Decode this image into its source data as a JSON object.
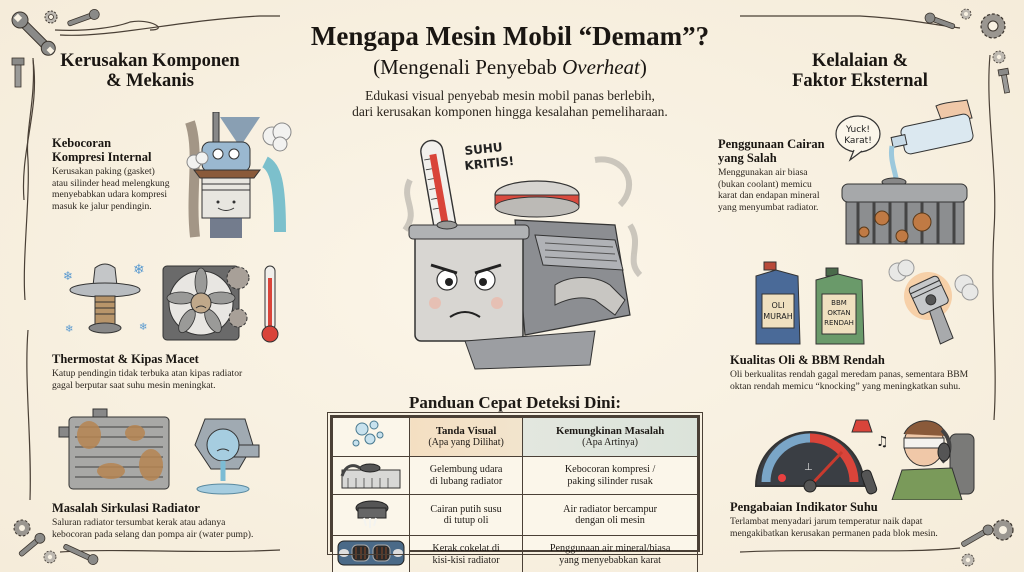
{
  "header": {
    "title": "Mengapa Mesin Mobil “Demam”?",
    "subtitle_prefix": "(Mengenali Penyebab ",
    "subtitle_em": "Overheat",
    "subtitle_suffix": ")",
    "intro_line1": "Edukasi visual penyebab mesin mobil panas berlebih,",
    "intro_line2": "dari kerusakan komponen hingga kesalahan pemeliharaan."
  },
  "left_section": {
    "title_line1": "Kerusakan Komponen",
    "title_line2": "& Mekanis",
    "items": [
      {
        "title_line1": "Kebocoran",
        "title_line2": "Kompresi Internal",
        "desc_lines": [
          "Kerusakan paking (gasket)",
          "atau silinder head melengkung",
          "menyebabkan udara kompresi",
          "masuk ke jalur pendingin."
        ],
        "illustration": "cracked-piston-gasket-icon"
      },
      {
        "title": "Thermostat & Kipas Macet",
        "desc_lines": [
          "Katup pendingin tidak terbuka atan kipas radiator",
          "gagal berputar saat suhu mesin meningkat."
        ],
        "illustration": "thermostat-fan-thermometer-icon"
      },
      {
        "title": "Masalah Sirkulasi Radiator",
        "desc_lines": [
          "Saluran radiator tersumbat kerak atau adanya",
          "kebocoran pada selang dan pompa air (water pump)."
        ],
        "illustration": "clogged-radiator-leaking-pump-icon"
      }
    ]
  },
  "right_section": {
    "title_line1": "Kelalaian &",
    "title_line2": "Faktor Eksternal",
    "items": [
      {
        "title_line1": "Penggunaan Cairan",
        "title_line2": "yang Salah",
        "desc_lines": [
          "Menggunakan air biasa",
          "(bukan coolant) memicu",
          "karat dan endapan mineral",
          "yang menyumbat radiator."
        ],
        "speech_bubble_line1": "Yuck!",
        "speech_bubble_line2": "Karat!",
        "illustration": "water-bottle-rusty-radiator-icon"
      },
      {
        "title": "Kualitas Oli & BBM Rendah",
        "desc_lines": [
          "Oli berkualitas rendah gagal meredam panas, sementara BBM",
          "oktan rendah memicu “knocking” yang meningkatkan suhu."
        ],
        "jug1_label_line1": "OLI",
        "jug1_label_line2": "MURAH",
        "jug2_label_line1": "BBM",
        "jug2_label_line2": "OKTAN",
        "jug2_label_line3": "RENDAH",
        "illustration": "oil-jugs-knocking-piston-icon"
      },
      {
        "title": "Pengabaian Indikator Suhu",
        "desc_lines": [
          "Terlambat menyadari jarum temperatur naik dapat",
          "mengakibatkan kerusakan permanen pada blok mesin."
        ],
        "illustration": "temperature-gauge-blindfolded-driver-icon"
      }
    ]
  },
  "center_illustration": {
    "label_line1": "SUHU",
    "label_line2": "KRITIS!",
    "name": "angry-overheating-engine-icon"
  },
  "guide": {
    "title": "Panduan Cepat Deteksi Dini:",
    "headers": [
      {
        "title": "Tanda Visual",
        "sub": "(Apa yang Dilihat)"
      },
      {
        "title": "Kemungkinan Masalah",
        "sub": "(Apa Artinya)"
      }
    ],
    "rows": [
      {
        "icon": "radiator-bubbles-icon",
        "visual_line1": "Gelembung udara",
        "visual_line2": "di lubang radiator",
        "problem_line1": "Kebocoran kompresi /",
        "problem_line2": "paking silinder rusak"
      },
      {
        "icon": "oil-cap-milky-icon",
        "visual_line1": "Cairan putih susu",
        "visual_line2": "di tutup oli",
        "problem_line1": "Air radiator bercampur",
        "problem_line2": "dengan oli mesin"
      },
      {
        "icon": "car-grille-rust-icon",
        "visual_line1": "Kerak cokelat di",
        "visual_line2": "kisi-kisi radiator",
        "problem_line1": "Penggunaan air mineral/biasa",
        "problem_line2": "yang menyebabkan karat"
      }
    ]
  },
  "colors": {
    "background": "#f8f1e2",
    "ink": "#1e1a16",
    "metal": "#9a9a98",
    "coolant_blue": "#8cc4d4",
    "rust": "#b07a4a",
    "heat_red": "#d9443a",
    "header_tan": "#f4dfc2",
    "header_sage": "#dbe3da"
  }
}
